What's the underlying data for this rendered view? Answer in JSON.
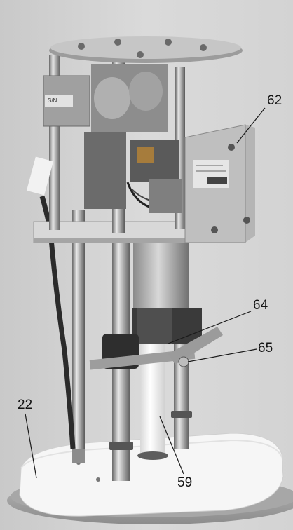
{
  "photo": {
    "serial_plate_text": "S/N",
    "callouts": [
      "62",
      "64",
      "65",
      "22",
      "59"
    ]
  }
}
